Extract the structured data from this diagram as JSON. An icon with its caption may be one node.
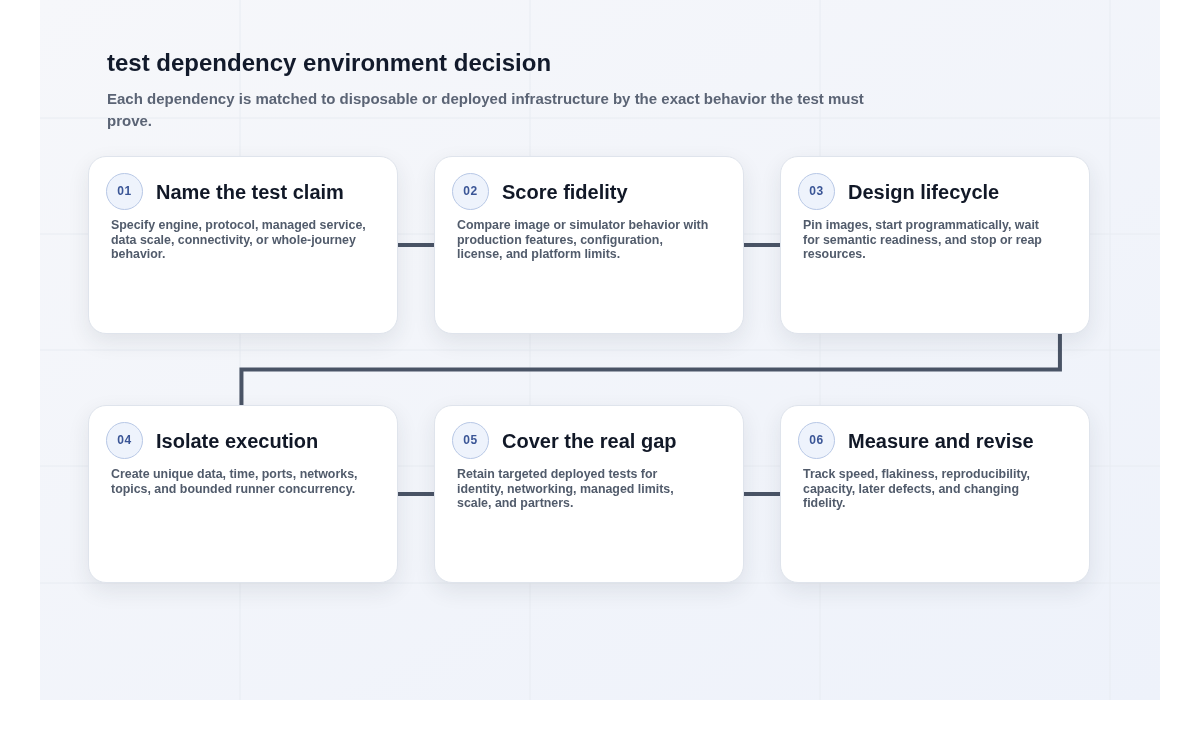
{
  "diagram": {
    "title": "test dependency environment decision",
    "caption": "Each dependency is matched to disposable or deployed infrastructure by the exact behavior the test must prove.",
    "nodes": [
      {
        "text": [
          "Name the test claim",
          "Specify engine, protocol, managed service, data scale, connectivity, or whole-journey behavior."
        ]
      },
      {
        "text": [
          "01"
        ],
        "in": 0
      },
      {
        "text": [
          "Score fidelity",
          "Compare image or simulator behavior with production features, configuration, license, and platform limits."
        ]
      },
      {
        "text": [
          "02"
        ],
        "in": 2
      },
      {
        "text": [
          "Design lifecycle",
          "Pin images, start programmatically, wait for semantic readiness, and stop or reap resources."
        ]
      },
      {
        "text": [
          "03"
        ],
        "in": 4
      },
      {
        "text": [
          "Isolate execution",
          "Create unique data, time, ports, networks, topics, and bounded runner concurrency."
        ]
      },
      {
        "text": [
          "04"
        ],
        "in": 6
      },
      {
        "text": [
          "Cover the real gap",
          "Retain targeted deployed tests for identity, networking, managed limits, scale, and partners."
        ]
      },
      {
        "text": [
          "05"
        ],
        "in": 8
      },
      {
        "text": [
          "Measure and revise",
          "Track speed, flakiness, reproducibility, capacity, later defects, and changing fidelity."
        ]
      },
      {
        "text": [
          "06"
        ],
        "in": 10
      }
    ],
    "edges": [
      {
        "from": 0,
        "to": 2,
        "arrow": "none"
      },
      {
        "from": 2,
        "to": 4,
        "arrow": "none"
      },
      {
        "from": 4,
        "to": 6,
        "arrow": "none"
      },
      {
        "from": 6,
        "to": 8,
        "arrow": "none"
      },
      {
        "from": 8,
        "to": 10,
        "arrow": "none"
      }
    ]
  }
}
